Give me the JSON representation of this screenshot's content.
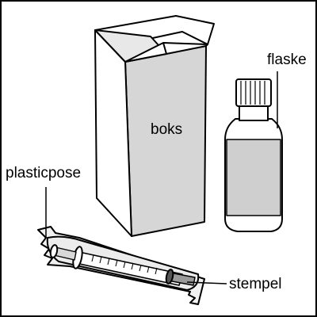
{
  "labels": {
    "flaske": "flaske",
    "boks": "boks",
    "plasticpose": "plasticpose",
    "stempel": "stempel"
  },
  "colors": {
    "outline": "#000000",
    "paper": "#ffffff",
    "light_gray": "#e6e6e6",
    "mid_gray": "#cfcfcf",
    "dark_gray": "#9a9a9a"
  }
}
